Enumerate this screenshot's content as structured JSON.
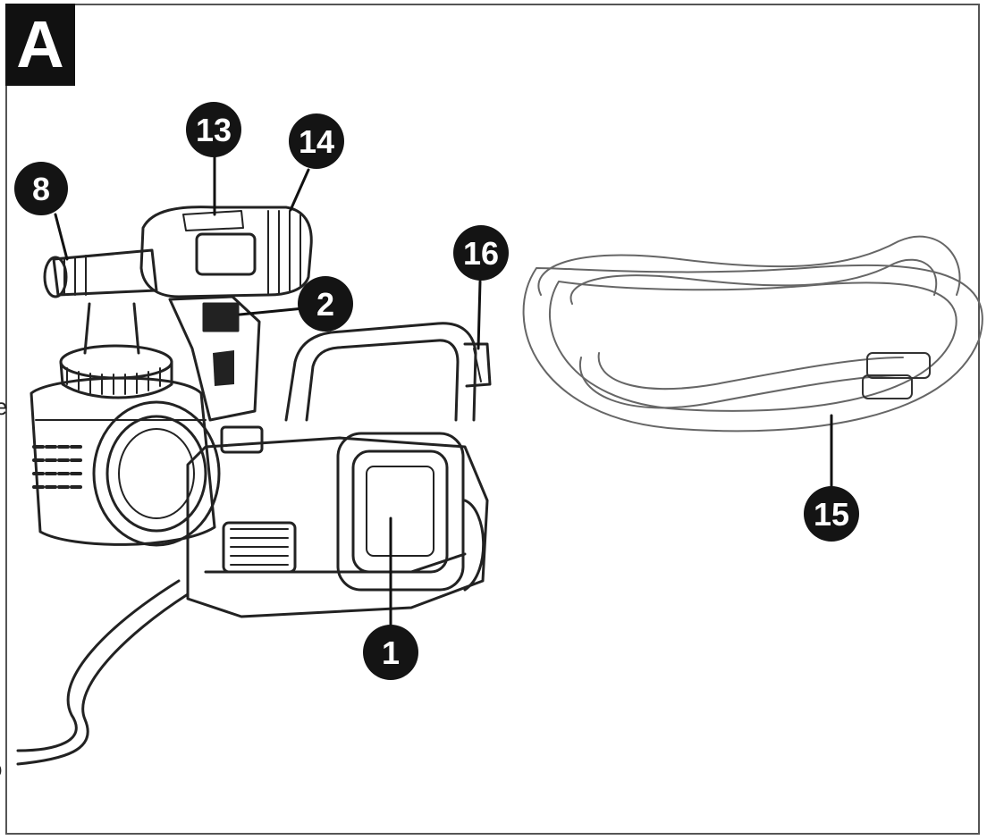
{
  "figure": {
    "panel_label": "A",
    "edge_fragments": [
      "e",
      "o"
    ]
  },
  "callouts": [
    {
      "id": "8",
      "label": "8"
    },
    {
      "id": "13",
      "label": "13"
    },
    {
      "id": "14",
      "label": "14"
    },
    {
      "id": "16",
      "label": "16"
    },
    {
      "id": "2",
      "label": "2"
    },
    {
      "id": "1",
      "label": "1"
    },
    {
      "id": "15",
      "label": "15"
    }
  ],
  "colors": {
    "ink": "#141414",
    "paper": "#ffffff",
    "line": "#222222"
  }
}
